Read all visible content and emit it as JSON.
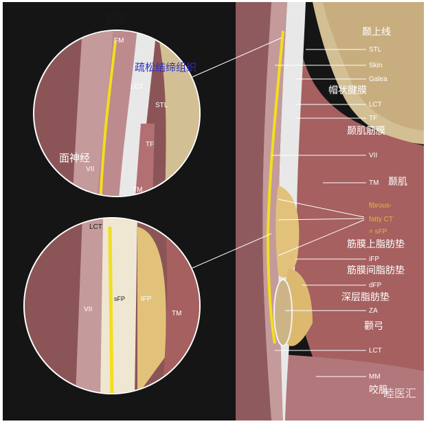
{
  "figure": {
    "background_color": "#151515",
    "colors": {
      "muscle": "#a86a6c",
      "skin": "#c59a9a",
      "fascia": "#e7e7e7",
      "fat": "#e2c27a",
      "bone": "#d3bf94",
      "nerve": "#f2de1d"
    }
  },
  "top_inset": {
    "title": "额肌",
    "label_fm": "FM",
    "label_loose_tissue": "疏松结缔组织",
    "label_lct": "LCT",
    "label_stl": "STL",
    "label_tf": "TF",
    "label_facial_nerve": "面神经",
    "label_vii": "VII",
    "label_tm": "TM"
  },
  "bottom_inset": {
    "label_lct": "LCT",
    "label_vii": "VII",
    "label_sfp": "sFP",
    "label_ifp": "IFP",
    "label_tm": "TM"
  },
  "main_labels": {
    "temporal_line_cn": "颞上线",
    "stl": "STL",
    "skin": "Skin",
    "galea": "Galea",
    "galea_cn": "帽状腱膜",
    "lct": "LCT",
    "tf": "TF",
    "temporal_fascia_cn": "颞肌筋膜",
    "vii": "VII",
    "tm": "TM",
    "temporalis_cn": "颞肌",
    "fibrous_1": "fibrous-",
    "fibrous_2": "fatty CT",
    "fibrous_3": "= sFP",
    "superficial_fat_cn": "筋膜上脂肪垫",
    "ifp": "iFP",
    "interfascial_fat_cn": "筋膜间脂肪垫",
    "dfp": "dFP",
    "deep_fat_cn": "深层脂肪垫",
    "za": "ZA",
    "zygomatic_arch_cn": "颧弓",
    "lct_bottom": "LCT",
    "mm": "MM",
    "masseter_cn": "咬肌",
    "watermark": "睦医汇"
  }
}
